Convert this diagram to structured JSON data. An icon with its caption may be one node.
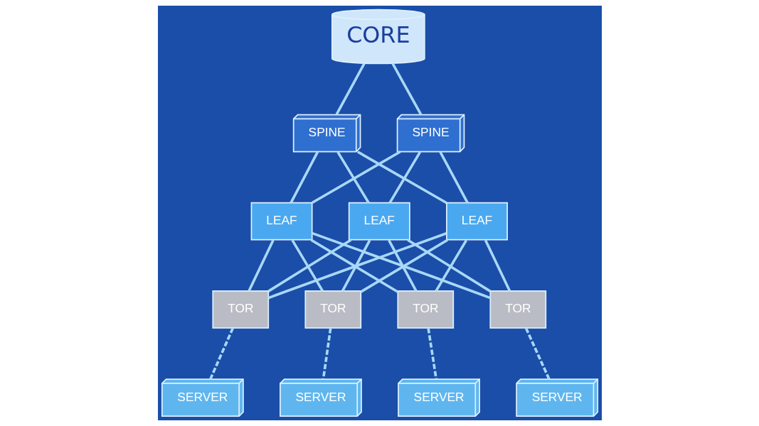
{
  "diagram": {
    "nodes": [
      {
        "text": [
          "CORE"
        ]
      },
      {
        "text": [
          "SPINE"
        ]
      },
      {
        "text": [
          "SPINE"
        ]
      },
      {
        "text": [
          "LEAF"
        ]
      },
      {
        "text": [
          "LEAF"
        ]
      },
      {
        "text": [
          "LEAF"
        ]
      },
      {
        "text": [
          "TOR"
        ]
      },
      {
        "text": [
          "TOR"
        ]
      },
      {
        "text": [
          "TOR"
        ]
      },
      {
        "text": [
          "TOR"
        ]
      },
      {
        "text": [
          "SERVER"
        ]
      },
      {
        "text": [
          "SERVER"
        ]
      },
      {
        "text": [
          "SERVER"
        ]
      },
      {
        "text": [
          "SERVER"
        ]
      }
    ],
    "edges": [
      {
        "from": 0,
        "to": 1,
        "arrow": "none"
      },
      {
        "from": 0,
        "to": 2,
        "arrow": "none"
      },
      {
        "from": 1,
        "to": 3,
        "arrow": "none"
      },
      {
        "from": 1,
        "to": 4,
        "arrow": "none"
      },
      {
        "from": 1,
        "to": 5,
        "arrow": "none"
      },
      {
        "from": 2,
        "to": 3,
        "arrow": "none"
      },
      {
        "from": 2,
        "to": 4,
        "arrow": "none"
      },
      {
        "from": 2,
        "to": 5,
        "arrow": "none"
      },
      {
        "from": 3,
        "to": 6,
        "arrow": "none"
      },
      {
        "from": 3,
        "to": 7,
        "arrow": "none"
      },
      {
        "from": 3,
        "to": 8,
        "arrow": "none"
      },
      {
        "from": 3,
        "to": 9,
        "arrow": "none"
      },
      {
        "from": 4,
        "to": 6,
        "arrow": "none"
      },
      {
        "from": 4,
        "to": 7,
        "arrow": "none"
      },
      {
        "from": 4,
        "to": 8,
        "arrow": "none"
      },
      {
        "from": 4,
        "to": 9,
        "arrow": "none"
      },
      {
        "from": 5,
        "to": 6,
        "arrow": "none"
      },
      {
        "from": 5,
        "to": 7,
        "arrow": "none"
      },
      {
        "from": 5,
        "to": 8,
        "arrow": "none"
      },
      {
        "from": 5,
        "to": 9,
        "arrow": "none"
      },
      {
        "from": 6,
        "to": 10,
        "arrow": "none",
        "style": "dashed"
      },
      {
        "from": 7,
        "to": 11,
        "arrow": "none",
        "style": "dashed"
      },
      {
        "from": 8,
        "to": 12,
        "arrow": "none",
        "style": "dashed"
      },
      {
        "from": 9,
        "to": 13,
        "arrow": "none",
        "style": "dashed"
      }
    ]
  }
}
